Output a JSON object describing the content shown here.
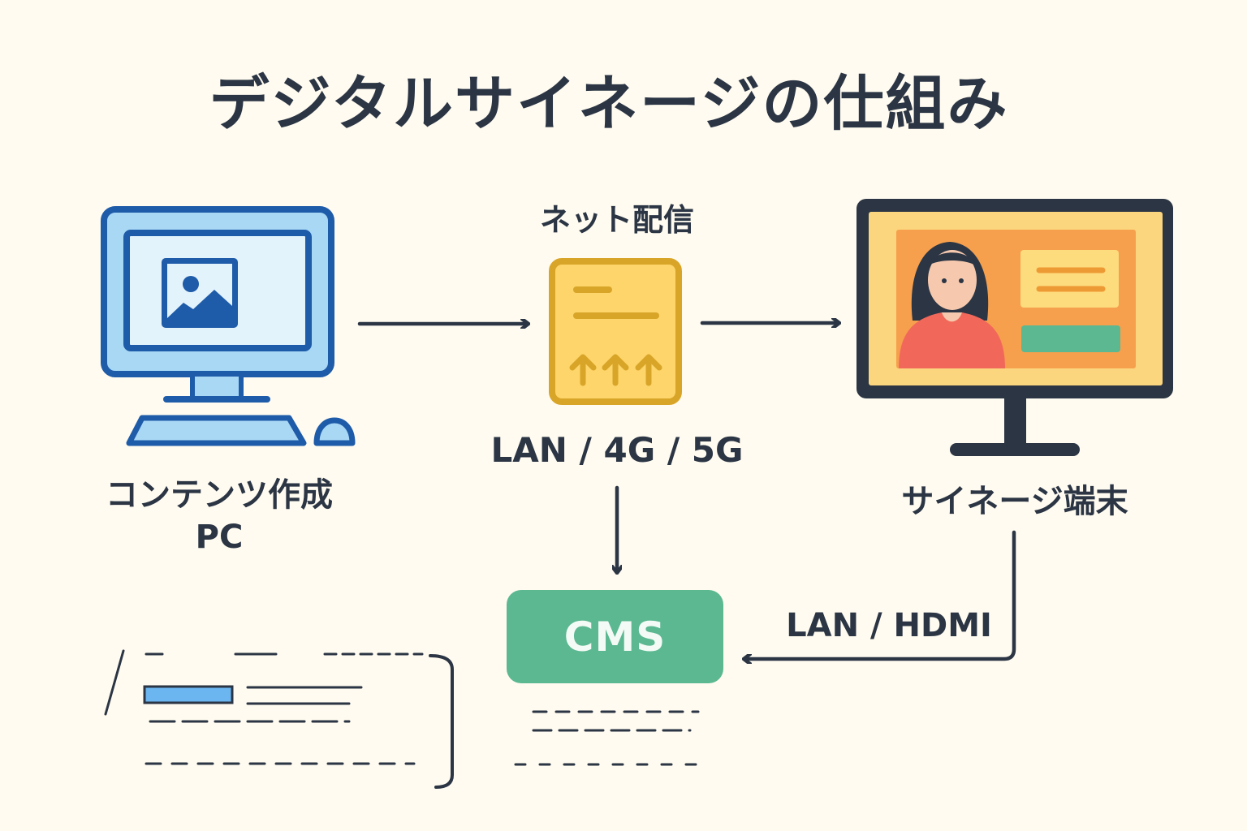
{
  "title": "デジタルサイネージの仕組み",
  "nodes": {
    "pc": {
      "label": "コンテンツ作成",
      "label_line2": "PC",
      "icon": "desktop-computer-icon"
    },
    "network": {
      "label": "ネット配信",
      "sublabel": "LAN / 4G / 5G",
      "icon": "upload-document-icon"
    },
    "terminal": {
      "label": "サイネージ端末",
      "icon": "signage-display-icon"
    },
    "cms": {
      "label": "CMS"
    }
  },
  "edges": [
    {
      "from": "pc",
      "to": "network",
      "label": ""
    },
    {
      "from": "network",
      "to": "terminal",
      "label": ""
    },
    {
      "from": "network",
      "to": "cms",
      "label": ""
    },
    {
      "from": "terminal",
      "to": "cms",
      "label": "LAN / HDMI"
    }
  ],
  "colors": {
    "background": "#FFFBF0",
    "text": "#2B3544",
    "pc_blue": "#1E5BA8",
    "pc_light": "#A9D8F5",
    "network_yellow": "#FDD56A",
    "network_border": "#D9A528",
    "cms_green": "#5BB891",
    "signage_frame": "#2B3544",
    "signage_screen": "#FCD67E",
    "signage_panel": "#F6A04D",
    "person_shirt": "#F1685A"
  }
}
